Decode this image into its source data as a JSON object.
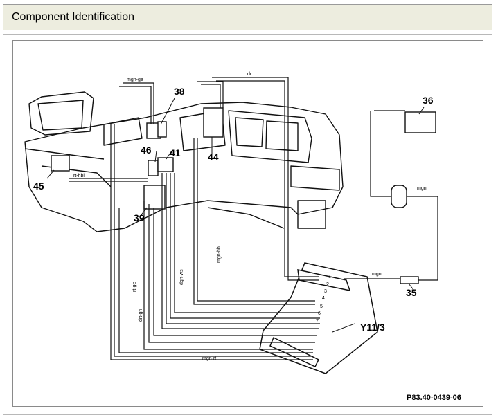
{
  "header": {
    "title": "Component Identification"
  },
  "diagram": {
    "reference": "P83.40-0439-06",
    "components": {
      "c35": "35",
      "c36": "36",
      "c38": "38",
      "c39": "39",
      "c41": "41",
      "c44": "44",
      "c45": "45",
      "c46": "46",
      "y113": "Y11/3"
    },
    "wires": {
      "mgn_ge": "mgn-ge",
      "dr": "dr",
      "mgn_top": "mgn",
      "mgn_mid": "mgn",
      "rt_hbl": "rt-hbl",
      "mgn_hbl": "mgn-hbl",
      "dgn_ws": "dgn-ws",
      "rt_ge": "rt-ge",
      "drt_gn": "drt-gn",
      "mgn_rt": "mgn-rt"
    },
    "ports": [
      "1",
      "2",
      "3",
      "4",
      "5",
      "6",
      "7"
    ]
  }
}
